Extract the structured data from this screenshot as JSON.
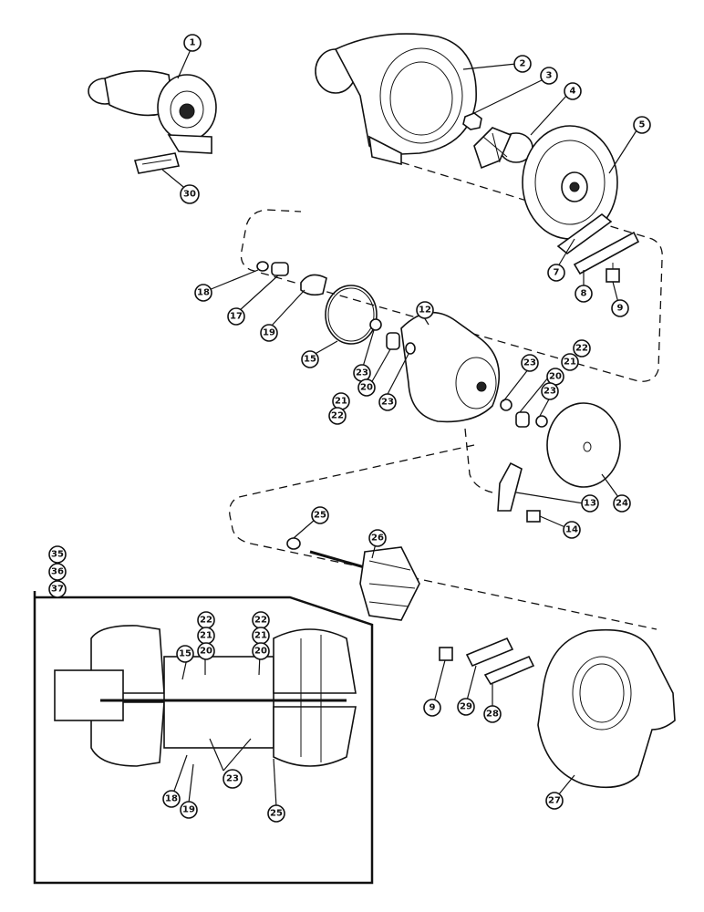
{
  "callouts": {
    "c1": "1",
    "c2": "2",
    "c3": "3",
    "c4": "4",
    "c5": "5",
    "c30": "30",
    "c7": "7",
    "c8": "8",
    "c9a": "9",
    "c18a": "18",
    "c17": "17",
    "c19a": "19",
    "c15a": "15",
    "c12": "12",
    "c23a": "23",
    "c20a": "20",
    "c23b": "23",
    "c21a": "21",
    "c22a": "22",
    "c23c": "23",
    "c22b": "22",
    "c21b": "21",
    "c20b": "20",
    "c23d": "23",
    "c13": "13",
    "c24": "24",
    "c14": "14",
    "c25a": "25",
    "c26": "26",
    "c35": "35",
    "c36": "36",
    "c37": "37",
    "c9b": "9",
    "c29": "29",
    "c28": "28",
    "c27": "27",
    "i22a": "22",
    "i21a": "21",
    "i20a": "20",
    "i22b": "22",
    "i21b": "21",
    "i20b": "20",
    "i15": "15",
    "i23": "23",
    "i18": "18",
    "i19": "19",
    "i25": "25"
  }
}
